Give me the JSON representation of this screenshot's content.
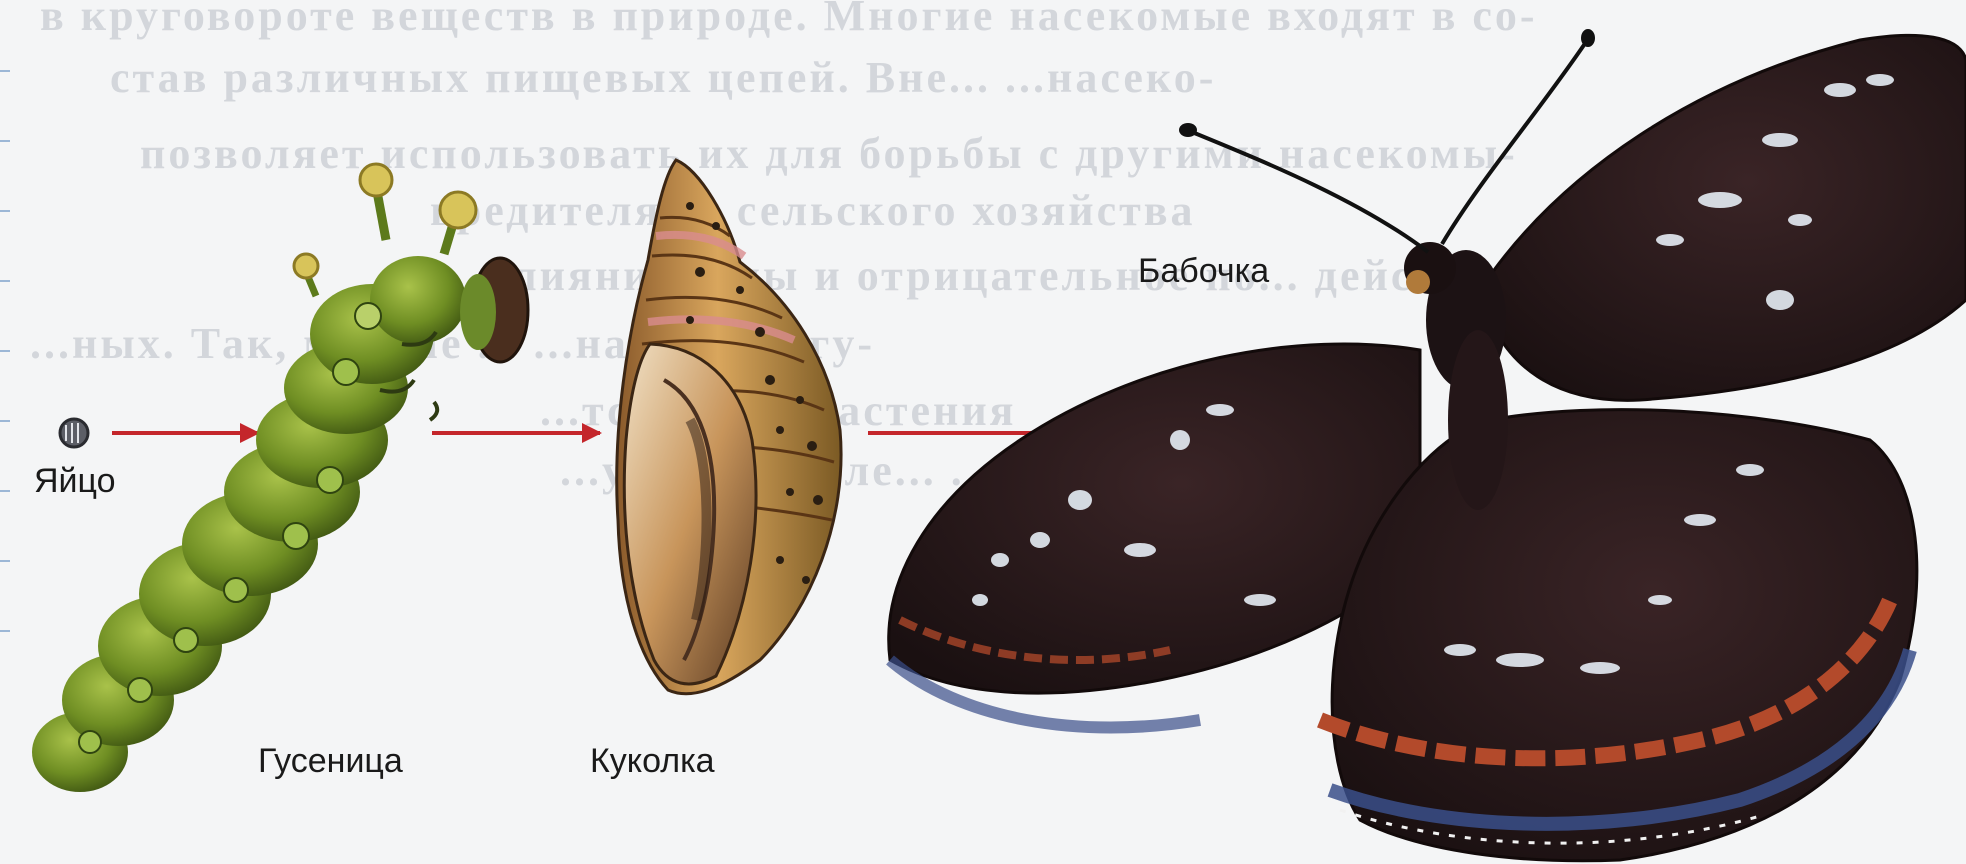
{
  "labels": {
    "egg": "Яйцо",
    "caterpillar": "Гусеница",
    "pupa": "Куколка",
    "butterfly": "Бабочка"
  },
  "background_text": [
    "в круговороте веществ в природе. Многие насекомые входят в со-",
    "став различных пищевых цепей. Вне...                       ...насеко-",
    "позволяет использовать их для борьбы с другими насекомы-",
    "вредителями сельского хозяйства",
    "...лияние ...мы и отрицательное по... действие",
    "...ных. Так, многие ...  ...например гу-",
    "...тся и ...  ...растения",
    "...у ко... ...поле... ...на цвет"
  ],
  "colors": {
    "arrow": "#c4262b",
    "background": "#f4f5f6",
    "wing": "#231617",
    "wing_band": "#b34a2b",
    "wing_blue": "#3a4f8a",
    "wing_spot": "#e6edf5",
    "caterpillar": "#6f8e23",
    "pupa": "#c28f4a"
  }
}
